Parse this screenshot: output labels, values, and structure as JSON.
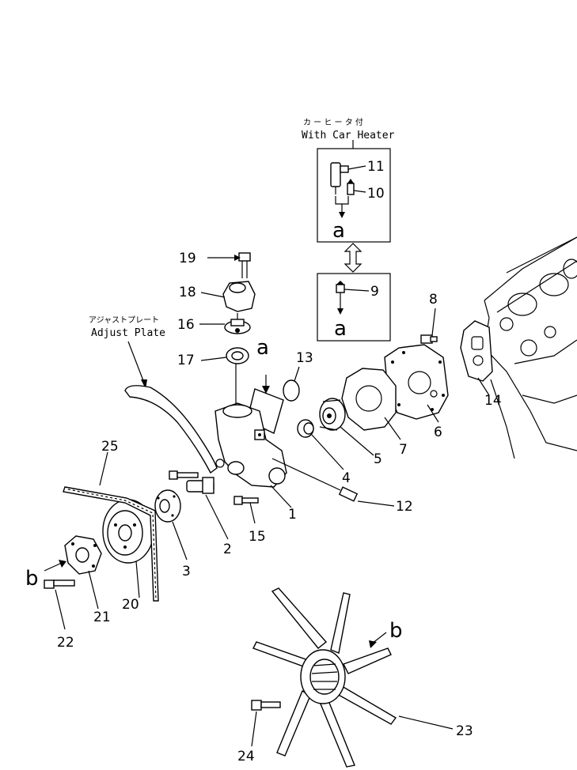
{
  "callouts": {
    "p1": "1",
    "p2": "2",
    "p3": "3",
    "p4": "4",
    "p5": "5",
    "p6": "6",
    "p7": "7",
    "p8": "8",
    "p9": "9",
    "p10": "10",
    "p11": "11",
    "p12": "12",
    "p13": "13",
    "p14": "14",
    "p15": "15",
    "p16": "16",
    "p17": "17",
    "p18": "18",
    "p19": "19",
    "p20": "20",
    "p21": "21",
    "p22": "22",
    "p23": "23",
    "p24": "24",
    "p25": "25"
  },
  "refs": {
    "a": "a",
    "b": "b"
  },
  "car_heater": {
    "jp": "カ ー ヒ ー タ 付",
    "en": "With Car Heater"
  },
  "adjust_plate": {
    "jp": "アジャストプレート",
    "en": "Adjust Plate"
  }
}
